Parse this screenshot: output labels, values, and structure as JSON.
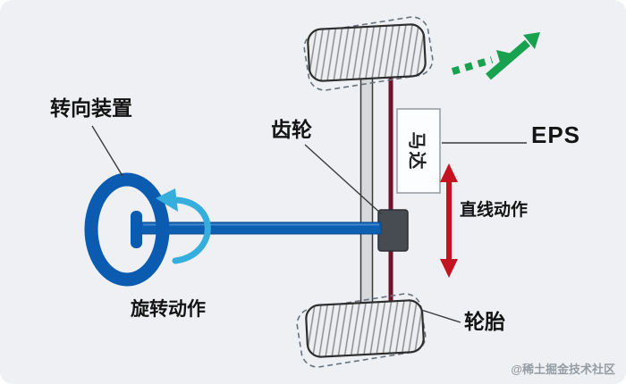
{
  "labels": {
    "steering_device": "转向装置",
    "gear": "齿轮",
    "eps": "EPS",
    "motor": "马达",
    "linear_motion": "直线动作",
    "rotary_motion": "旋转动作",
    "tire": "轮胎"
  },
  "watermark": "@稀土掘金技术社区",
  "colors": {
    "background": "#eef0f3",
    "steering_blue": "#0b5cb0",
    "rotation_cyan": "#35aede",
    "tie_rod_maroon": "#70122c",
    "linear_arrow_red": "#c31422",
    "motion_arrow_green": "#18a24f",
    "tire_fill": "#eceef0",
    "gear_box_gray": "#474c52",
    "outline_dark": "#2e2e2e"
  }
}
